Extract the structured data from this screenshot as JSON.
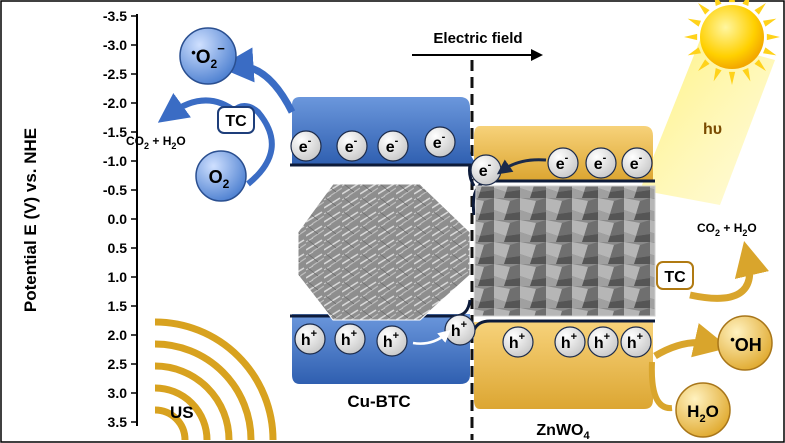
{
  "axis": {
    "ylabel": "Potential E (V) vs. NHE",
    "ticks": [
      "-3.5",
      "-3.0",
      "-2.5",
      "-2.0",
      "-1.5",
      "-1.0",
      "-0.5",
      "0.0",
      "0.5",
      "1.0",
      "1.5",
      "2.0",
      "2.5",
      "3.0",
      "3.5"
    ]
  },
  "field": {
    "label": "Electric field"
  },
  "electron": {
    "base": "e",
    "sup": "-"
  },
  "hole": {
    "base": "h",
    "sup": "+"
  },
  "superoxide": {
    "dot": "•",
    "base": "O",
    "sub": "2",
    "sup": "−"
  },
  "oxygen": {
    "base": "O",
    "sub": "2"
  },
  "hydroxyl": {
    "dot": "•",
    "text": "OH"
  },
  "water": {
    "pre": "H",
    "sub": "2",
    "post": "O"
  },
  "tc_label": "TC",
  "products": {
    "pre": "CO",
    "sub": "2",
    "post": " + H",
    "sub2": "2",
    "post2": "O"
  },
  "light": {
    "label": "hυ"
  },
  "ultrasound": {
    "label": "US"
  },
  "materials": {
    "left": "Cu-BTC",
    "right_base": "ZnWO",
    "right_sub": "4"
  },
  "colors": {
    "cubtc": "#3c6fc0",
    "znwo4": "#e6b23a",
    "arrow_blue": "#3a6cc4",
    "arrow_gold": "#d9a52c",
    "sun": "#f7c600"
  }
}
